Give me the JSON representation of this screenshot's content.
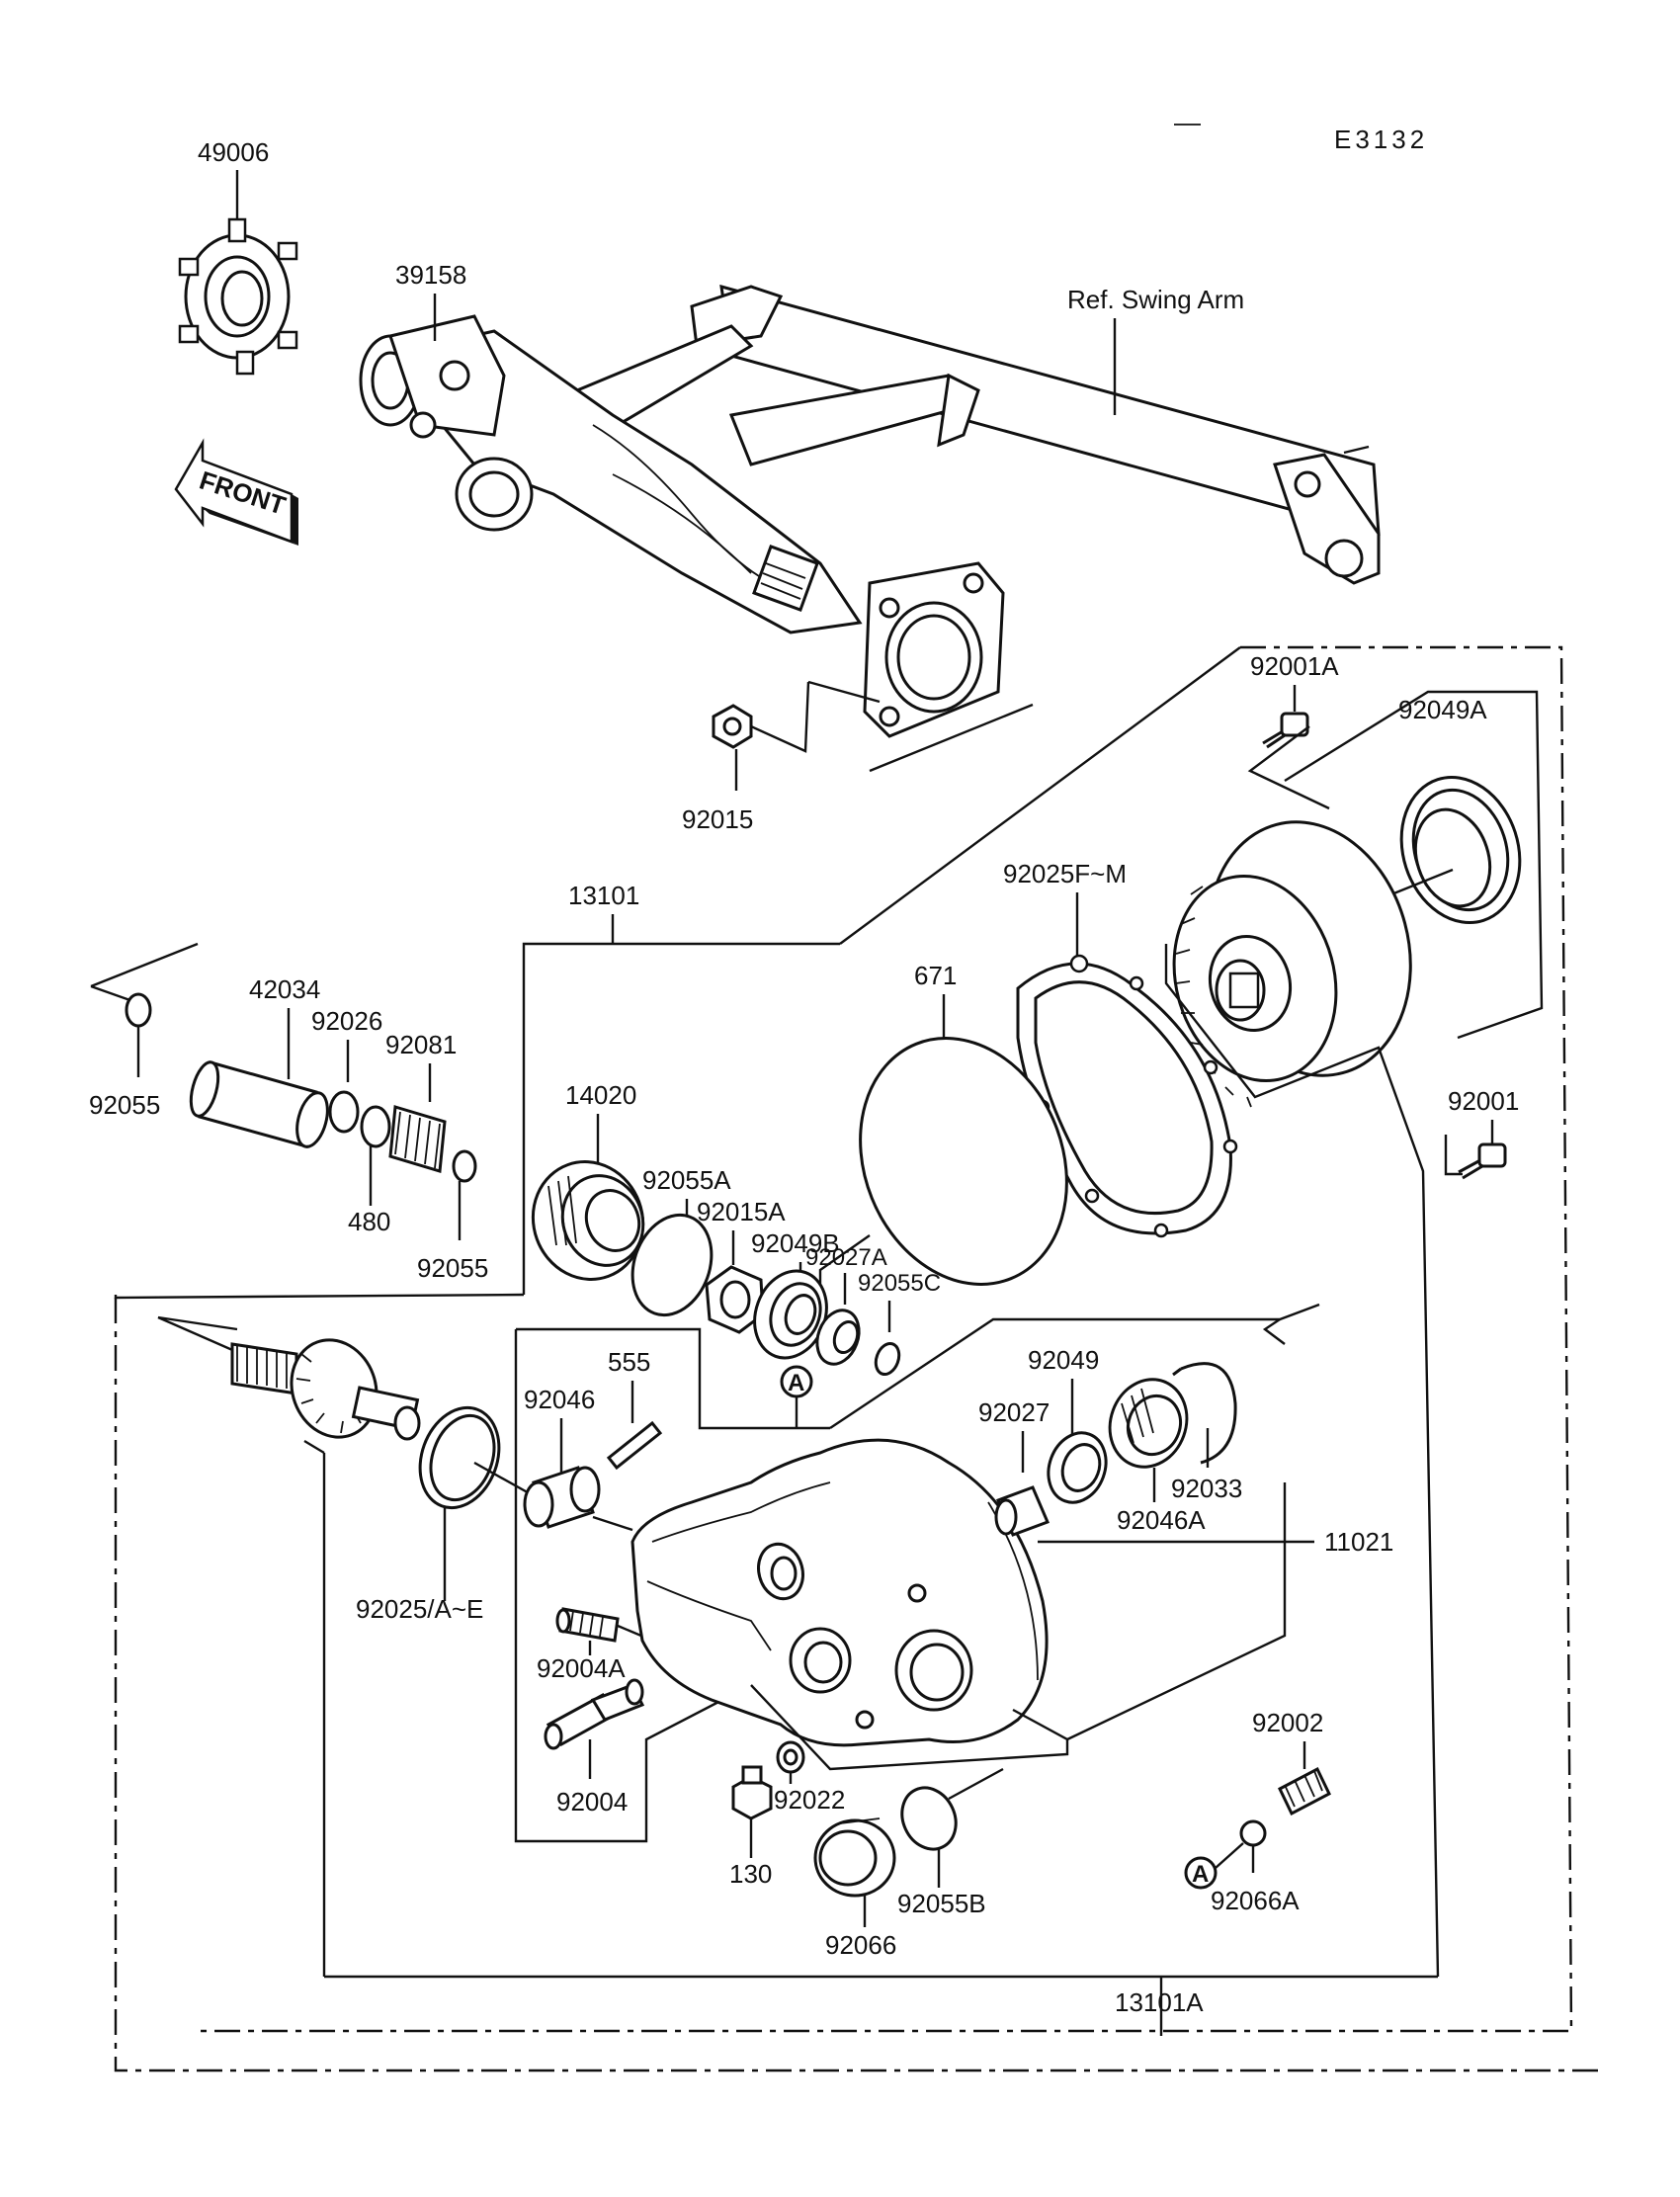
{
  "diagram_code": "E3132",
  "front_label": "FRONT",
  "ref_label": "Ref. Swing Arm",
  "circle_ref": "A",
  "parts": {
    "p49006": "49006",
    "p39158": "39158",
    "p92001A": "92001A",
    "p92049A": "92049A",
    "p92015": "92015",
    "p13101": "13101",
    "p92025FM": "92025F~M",
    "p671": "671",
    "p42034": "42034",
    "p92026": "92026",
    "p92081": "92081",
    "p92055_left": "92055",
    "p480": "480",
    "p92055_right": "92055",
    "p14020": "14020",
    "p92055A": "92055A",
    "p92015A": "92015A",
    "p92049B": "92049B",
    "p92027A": "92027A",
    "p92055C": "92055C",
    "p92001": "92001",
    "p555": "555",
    "p92046": "92046",
    "p92049": "92049",
    "p92027": "92027",
    "p92033": "92033",
    "p92046A": "92046A",
    "p11021": "11021",
    "p92025AE": "92025/A~E",
    "p92004A": "92004A",
    "p92004": "92004",
    "p92022": "92022",
    "p130": "130",
    "p92002": "92002",
    "p92066A": "92066A",
    "p92055B": "92055B",
    "p92066": "92066",
    "p13101A": "13101A"
  }
}
